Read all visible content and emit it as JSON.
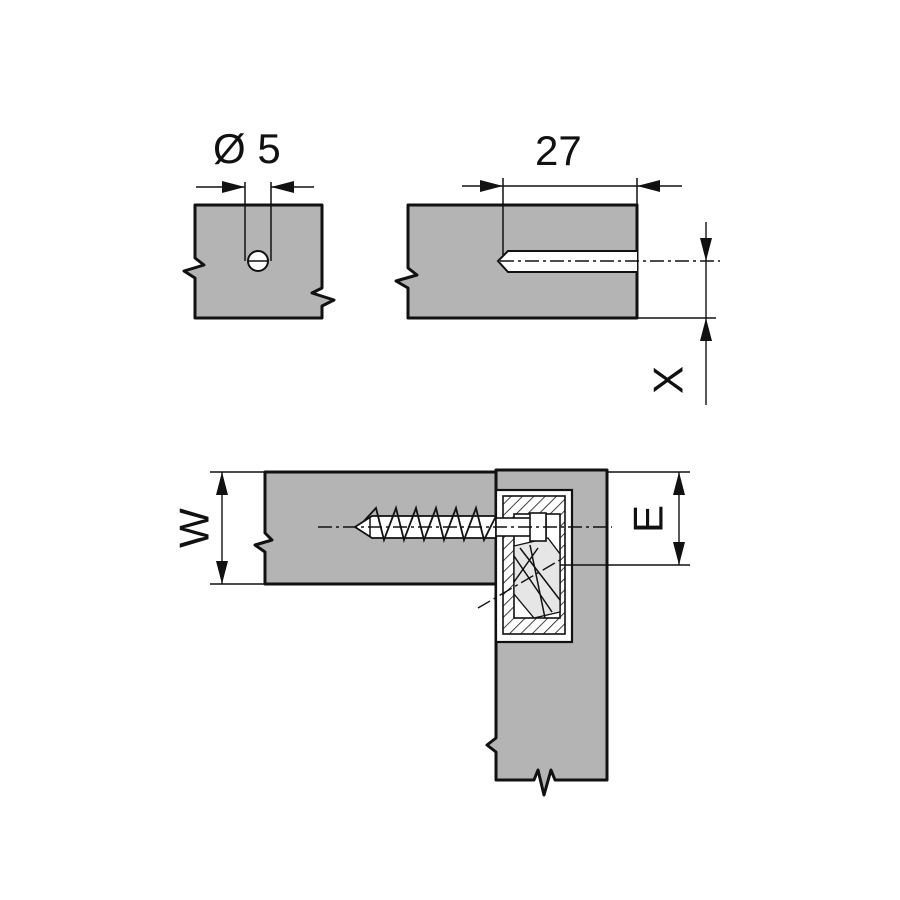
{
  "labels": {
    "hole_diameter": "Ø 5",
    "bore_depth": "27",
    "x_offset": "X",
    "w_width": "W",
    "e_offset": "E"
  },
  "colors": {
    "board_fill": "#b4b4b4",
    "line": "#111111",
    "background": "#ffffff"
  }
}
